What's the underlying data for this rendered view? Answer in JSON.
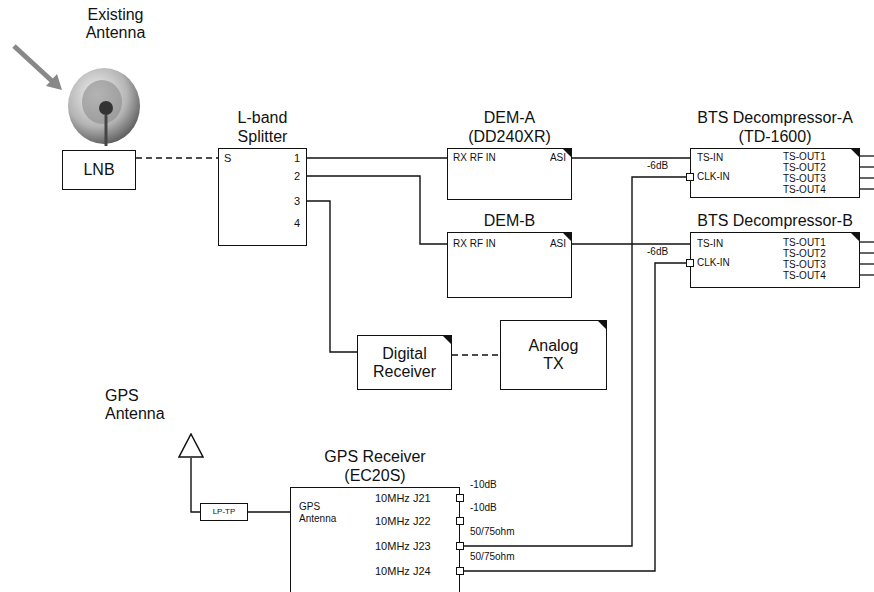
{
  "diagram": {
    "nodes": [
      {
        "text": [
          "LNB"
        ]
      },
      {
        "text": [
          "L-band Splitter",
          "S",
          "1",
          "2",
          "3",
          "4"
        ]
      },
      {
        "text": [
          "DEM-A (DD240XR)",
          "RX RF IN",
          "ASI"
        ]
      },
      {
        "text": [
          "DEM-B",
          "RX RF IN",
          "ASI"
        ]
      },
      {
        "text": [
          "BTS Decompressor-A (TD-1600)",
          "TS-IN",
          "CLK-IN",
          "TS-OUT1",
          "TS-OUT2",
          "TS-OUT3",
          "TS-OUT4"
        ]
      },
      {
        "text": [
          "BTS Decompressor-B",
          "TS-IN",
          "CLK-IN",
          "TS-OUT1",
          "TS-OUT2",
          "TS-OUT3",
          "TS-OUT4"
        ]
      },
      {
        "text": [
          "Digital Receiver"
        ]
      },
      {
        "text": [
          "Analog TX"
        ]
      },
      {
        "text": [
          "GPS Antenna"
        ]
      },
      {
        "text": [
          "LP-TP"
        ]
      },
      {
        "text": [
          "GPS Receiver (EC20S)",
          "GPS Antenna",
          "10MHz J21",
          "10MHz J22",
          "10MHz J23",
          "10MHz J24"
        ]
      }
    ],
    "edges": [
      {
        "from": 0,
        "to": 1,
        "arrow": "none"
      },
      {
        "from": 1,
        "to": 2,
        "arrow": "none"
      },
      {
        "from": 1,
        "to": 3,
        "arrow": "none"
      },
      {
        "from": 1,
        "to": 6,
        "arrow": "none"
      },
      {
        "from": 2,
        "to": 4,
        "arrow": "none"
      },
      {
        "from": 3,
        "to": 5,
        "arrow": "none"
      },
      {
        "from": 6,
        "to": 7,
        "arrow": "none"
      },
      {
        "from": 8,
        "to": 9,
        "arrow": "none"
      },
      {
        "from": 9,
        "to": 10,
        "arrow": "none"
      },
      {
        "from": 10,
        "to": 4,
        "arrow": "none"
      },
      {
        "from": 10,
        "to": 5,
        "arrow": "none"
      }
    ],
    "labels": [
      "Existing Antenna",
      "-6dB",
      "-6dB",
      "-10dB",
      "-10dB",
      "50/75ohm",
      "50/75ohm"
    ]
  }
}
